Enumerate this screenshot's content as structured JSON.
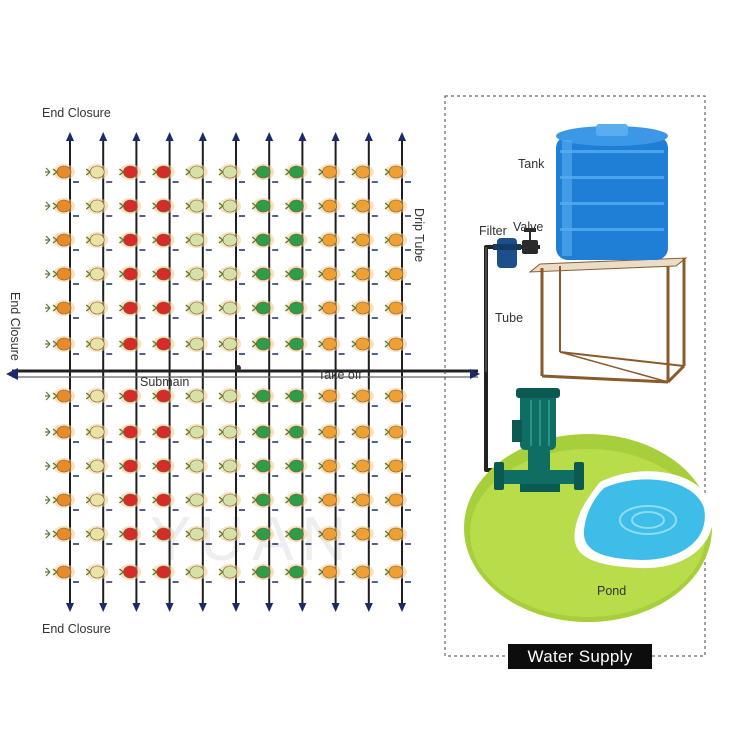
{
  "labels": {
    "end_closure_top": "End Closure",
    "end_closure_left": "End Closure",
    "end_closure_bottom": "End Closure",
    "drip_tube": "Drip Tube",
    "submain": "Submain",
    "take_off": "Take off",
    "filter": "Filter",
    "valve": "Valve",
    "tank": "Tank",
    "tube": "Tube",
    "pond": "Pond",
    "water_supply": "Water Supply"
  },
  "watermark": "YUAN",
  "field": {
    "drip_lines": 11,
    "plant_rows_per_block": 6,
    "blocks": 2,
    "crop_colors": [
      "#e8892a",
      "#e9e3a8",
      "#d62b2b",
      "#d62b2b",
      "#d7e0a8",
      "#d7e0a8",
      "#2f9c4a",
      "#2f9c4a",
      "#eea035",
      "#eea035",
      "#eea035"
    ]
  },
  "colors": {
    "tank": "#1f7fd6",
    "stand": "#8a5a2b",
    "pump": "#0e6e63",
    "pond_water": "#3dbde8",
    "grass": "#a7cf3b",
    "pipe": "#222222",
    "arrow": "#1a2a6a"
  }
}
